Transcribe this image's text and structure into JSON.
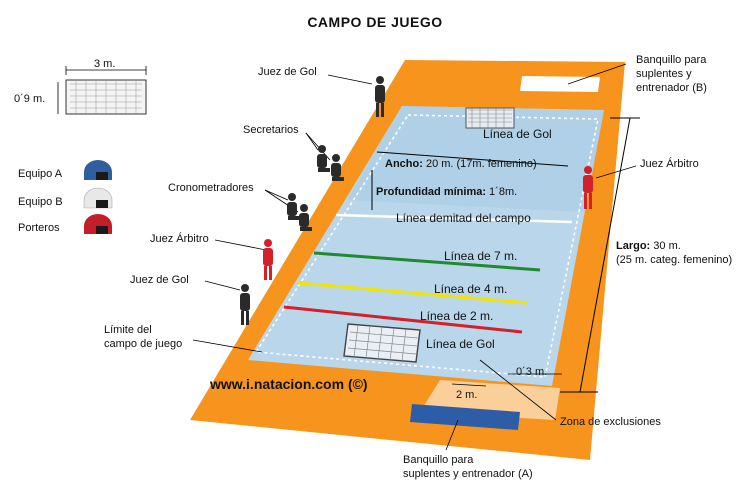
{
  "title": "CAMPO DE JUEGO",
  "goal_dims": {
    "width": "3 m.",
    "height": "0´9 m."
  },
  "legend": [
    {
      "label": "Equipo A",
      "cap_color": "#2f5f9e"
    },
    {
      "label": "Equipo B",
      "cap_color": "#e8e8e8"
    },
    {
      "label": "Porteros",
      "cap_color": "#c21f2a"
    }
  ],
  "labels": {
    "juez_gol_top": "Juez de Gol",
    "secretarios": "Secretarios",
    "cronometradores": "Cronometradores",
    "juez_arbitro_left": "Juez Árbitro",
    "juez_gol_bottom": "Juez de Gol",
    "limite_1": "Límite del",
    "limite_2": "campo de juego",
    "banquillo_b_1": "Banquillo para",
    "banquillo_b_2": "suplentes y",
    "banquillo_b_3": "entrenador (B)",
    "juez_arbitro_right": "Juez Árbitro",
    "largo_key": "Largo:",
    "largo_val": " 30 m.",
    "largo_sub": "(25 m. categ. femenino)",
    "zona_exclusiones": "Zona de exclusiones",
    "banquillo_a_1": "Banquillo para",
    "banquillo_a_2": "suplentes y entrenador (A)",
    "linea_gol_top": "Línea de Gol",
    "ancho_key": "Ancho:",
    "ancho_val": " 20 m. (17m. femenino)",
    "prof_key": "Profundidad mínima:",
    "prof_val": " 1´8m.",
    "linea_mitad": "Línea demitad del campo",
    "linea_7": "Línea de 7 m.",
    "linea_4": "Línea de 4 m.",
    "linea_2": "Línea de 2 m.",
    "linea_gol_bottom": "Línea de Gol",
    "dist_03": "0´3 m.",
    "dist_2": "2 m.",
    "website": "www.i.natacion.com (©)"
  },
  "colors": {
    "deck": "#f7941d",
    "pool": "#b9d6ea",
    "line_7": "#1f8a2e",
    "line_4": "#f2e400",
    "line_2": "#d3202a",
    "bench": "#2e5da8"
  }
}
